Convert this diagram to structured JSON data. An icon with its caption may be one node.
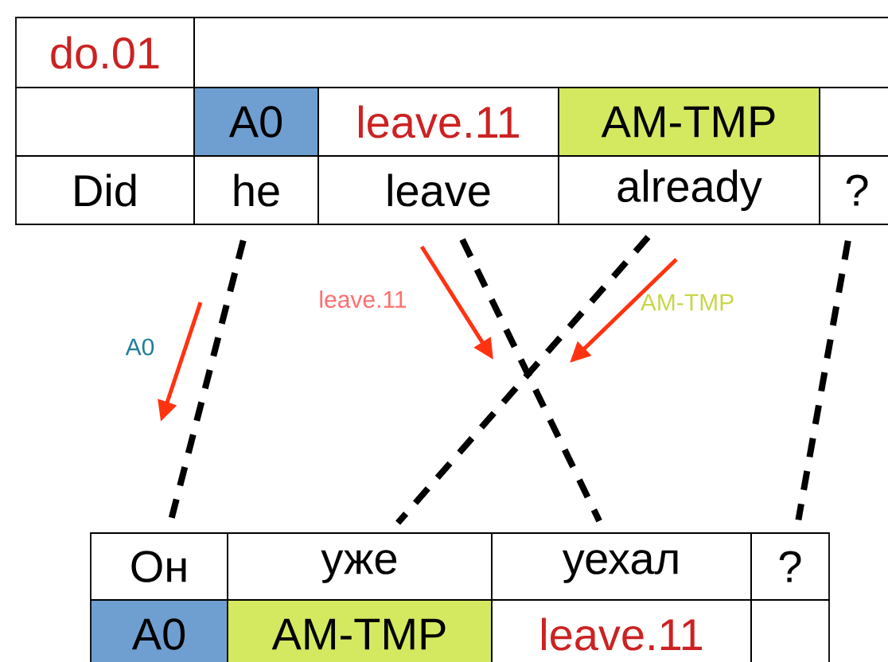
{
  "diagram": {
    "nodes": [
      {
        "text": [
          "do.01"
        ]
      },
      {
        "text": [
          "A0"
        ]
      },
      {
        "text": [
          "leave.11"
        ]
      },
      {
        "text": [
          "AM-TMP"
        ]
      },
      {
        "text": [
          "Did"
        ]
      },
      {
        "text": [
          "he"
        ]
      },
      {
        "text": [
          "leave"
        ]
      },
      {
        "text": [
          "already"
        ]
      },
      {
        "text": [
          "?"
        ]
      },
      {
        "text": [
          "Он"
        ]
      },
      {
        "text": [
          "уже"
        ]
      },
      {
        "text": [
          "уехал"
        ]
      },
      {
        "text": [
          "?"
        ]
      },
      {
        "text": [
          "A0"
        ]
      },
      {
        "text": [
          "AM-TMP"
        ]
      },
      {
        "text": [
          "leave.11"
        ]
      }
    ],
    "edges": [
      {
        "from": 5,
        "to": 9,
        "arrow": "none",
        "style": "dashed"
      },
      {
        "from": 6,
        "to": 11,
        "arrow": "none",
        "style": "dashed"
      },
      {
        "from": 7,
        "to": 10,
        "arrow": "none",
        "style": "dashed"
      },
      {
        "from": 8,
        "to": 12,
        "arrow": "none",
        "style": "dashed"
      }
    ],
    "labels": [
      "A0",
      "leave.11",
      "AM-TMP"
    ]
  }
}
